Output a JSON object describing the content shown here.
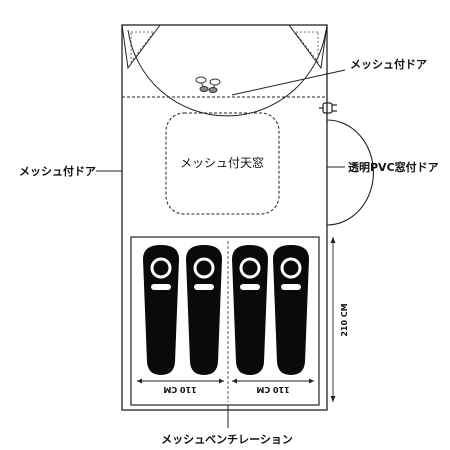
{
  "labels": {
    "mesh_door_top": "メッシュ付ドア",
    "mesh_door_left": "メッシュ付ドア",
    "mesh_skylight": "メッシュ付天窓",
    "pvc_window_door": "透明PVC窓付ドア",
    "mesh_ventilation": "メッシュベンチレーション",
    "width_left": "110 CM",
    "width_right": "110 CM",
    "length": "210 CM"
  },
  "icons": {
    "zipper": "zipper-pulls-icon",
    "power_plug": "power-plug-icon",
    "sleeper": "sleeping-bag-icon"
  },
  "colors": {
    "line": "#222222",
    "sleeper_fill": "#0a0a0a",
    "background": "#ffffff"
  }
}
